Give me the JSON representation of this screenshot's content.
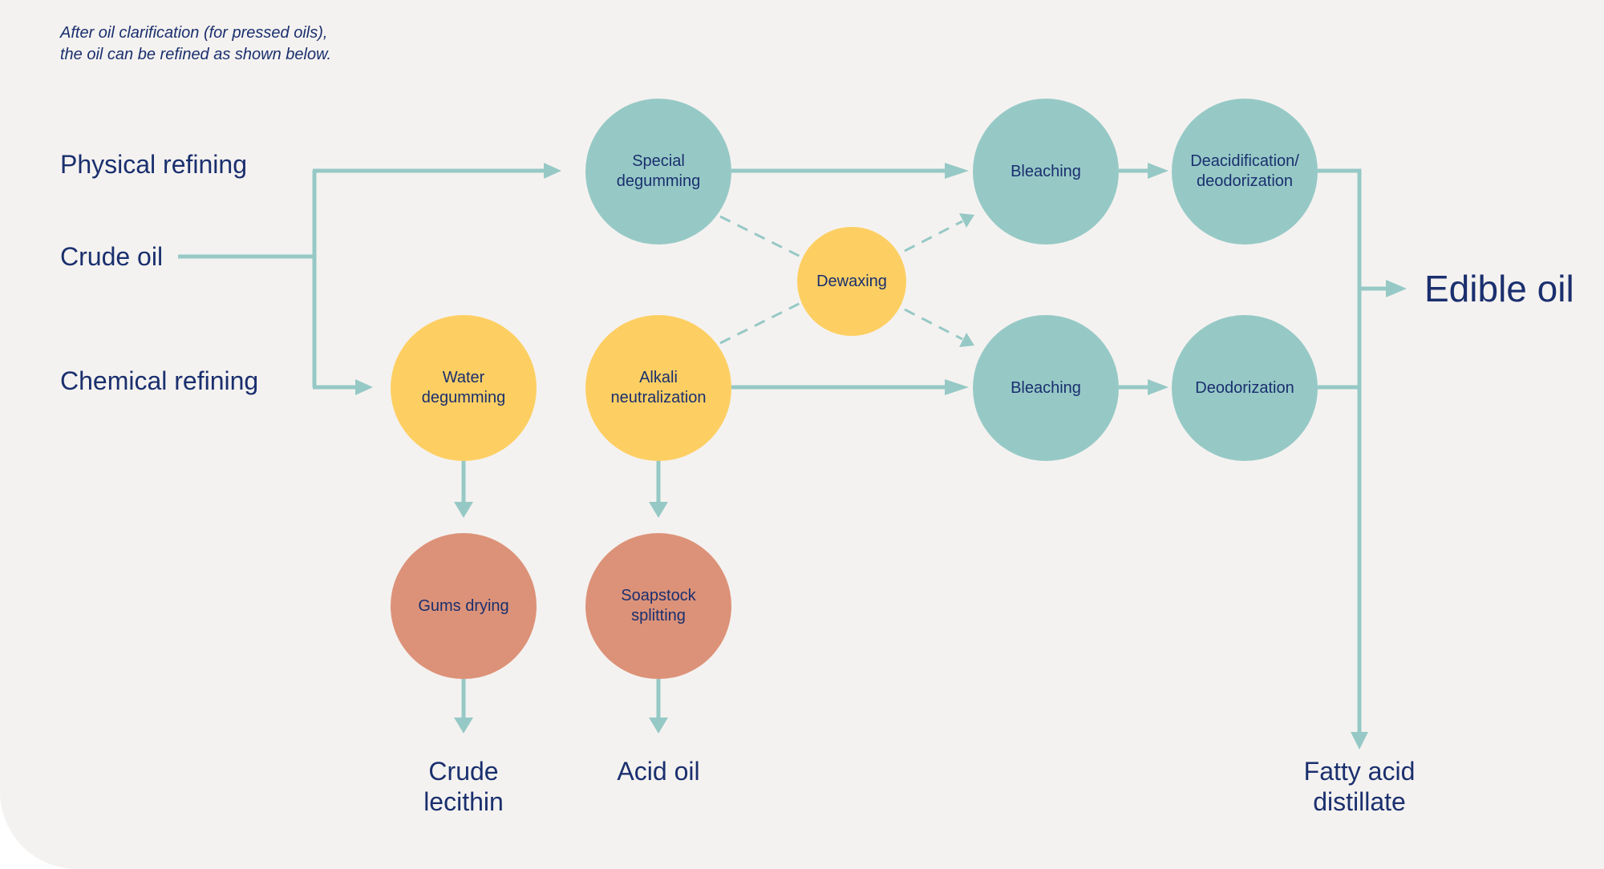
{
  "note": {
    "line1": "After oil clarification (for pressed oils),",
    "line2": "the oil can be refined as shown below."
  },
  "labels": {
    "physical_refining": "Physical refining",
    "crude_oil": "Crude oil",
    "chemical_refining": "Chemical refining",
    "edible_oil": "Edible oil",
    "crude_lecithin": {
      "line1": "Crude",
      "line2": "lecithin"
    },
    "acid_oil": "Acid oil",
    "fatty_acid_distillate": {
      "line1": "Fatty acid",
      "line2": "distillate"
    }
  },
  "nodes": {
    "special_degumming": {
      "line1": "Special",
      "line2": "degumming"
    },
    "dewaxing": {
      "line1": "Dewaxing"
    },
    "bleaching_top": {
      "line1": "Bleaching"
    },
    "deacidification": {
      "line1": "Deacidification/",
      "line2": "deodorization"
    },
    "water_degumming": {
      "line1": "Water",
      "line2": "degumming"
    },
    "alkali_neutralization": {
      "line1": "Alkali",
      "line2": "neutralization"
    },
    "bleaching_bottom": {
      "line1": "Bleaching"
    },
    "deodorization": {
      "line1": "Deodorization"
    },
    "gums_drying": {
      "line1": "Gums drying"
    },
    "soapstock_splitting": {
      "line1": "Soapstock",
      "line2": "splitting"
    }
  },
  "colors": {
    "background": "#f4f2f0",
    "text": "#1a2f6e",
    "connector": "#96c9c6",
    "teal_node": "#96c9c6",
    "yellow_node": "#fdcf63",
    "salmon_node": "#dc9278"
  }
}
